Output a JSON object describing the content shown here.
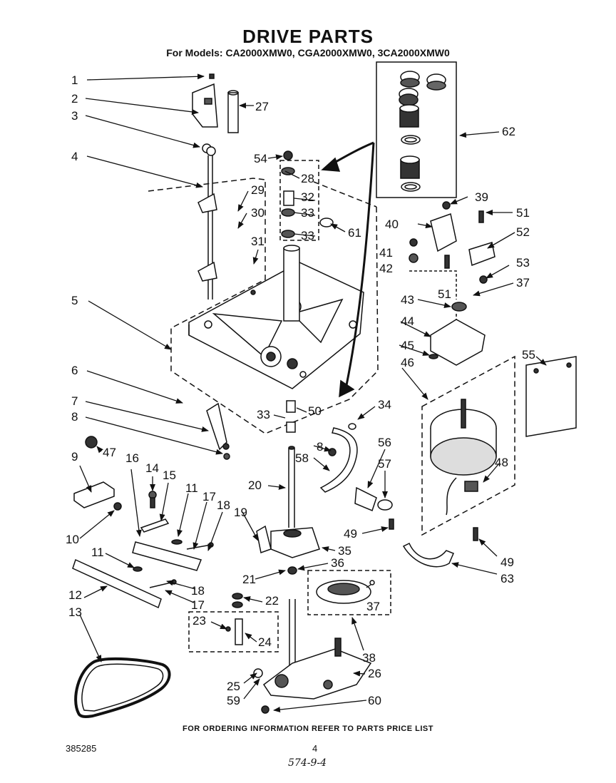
{
  "header": {
    "title": "DRIVE PARTS",
    "models_line": "For Models: CA2000XMW0, CGA2000XMW0, 3CA2000XMW0"
  },
  "footer": {
    "ordering_note": "FOR ORDERING INFORMATION REFER TO PARTS PRICE LIST",
    "document_number": "385285",
    "page_number": "4",
    "handwritten_note": "574-9-4"
  },
  "callouts": {
    "c1": "1",
    "c2": "2",
    "c3": "3",
    "c4": "4",
    "c5": "5",
    "c6": "6",
    "c7": "7",
    "c8": "8",
    "c8b": "8",
    "c9": "9",
    "c10": "10",
    "c11": "11",
    "c11b": "11",
    "c12": "12",
    "c13": "13",
    "c14": "14",
    "c15": "15",
    "c16": "16",
    "c17": "17",
    "c17b": "17",
    "c18": "18",
    "c18b": "18",
    "c19": "19",
    "c20": "20",
    "c21": "21",
    "c22": "22",
    "c23": "23",
    "c24": "24",
    "c25": "25",
    "c26": "26",
    "c27": "27",
    "c28": "28",
    "c29": "29",
    "c30": "30",
    "c31": "31",
    "c32": "32",
    "c33": "33",
    "c33b": "33",
    "c33c": "33",
    "c34": "34",
    "c35": "35",
    "c36": "36",
    "c37": "37",
    "c37b": "37",
    "c38": "38",
    "c39": "39",
    "c40": "40",
    "c41": "41",
    "c42": "42",
    "c43": "43",
    "c44": "44",
    "c45": "45",
    "c46": "46",
    "c47": "47",
    "c48": "48",
    "c49": "49",
    "c49b": "49",
    "c50": "50",
    "c51": "51",
    "c51b": "51",
    "c52": "52",
    "c53": "53",
    "c54": "54",
    "c55": "55",
    "c56": "56",
    "c57": "57",
    "c58": "58",
    "c59": "59",
    "c60": "60",
    "c61": "61",
    "c62": "62",
    "c63": "63"
  }
}
